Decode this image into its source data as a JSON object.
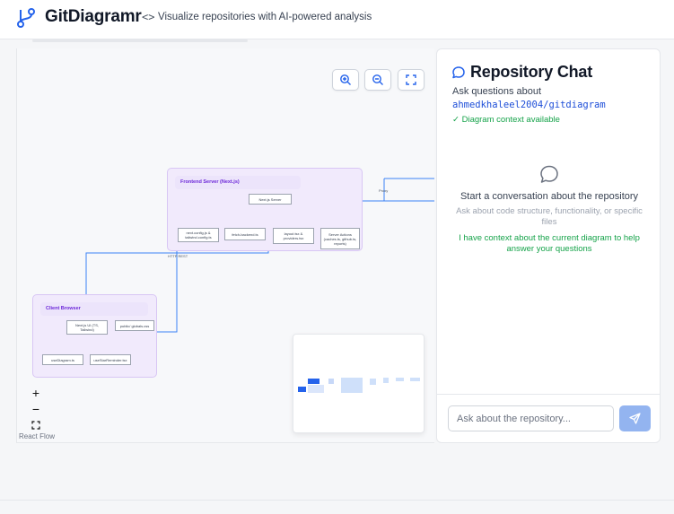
{
  "header": {
    "app_title": "GitDiagramr",
    "tagline": "Visualize repositories with AI-powered analysis",
    "code_glyph": "<>"
  },
  "canvas": {
    "zoom_controls": [
      "zoom-in",
      "zoom-out",
      "fullscreen"
    ],
    "diagram": {
      "frontend_group": {
        "title": "Frontend Server (Next.js)",
        "nodes": [
          "Next.js Server",
          "next.config.js & tailwind.config.ts",
          "fetch-backend.ts",
          "layout.tsx & providers.tsx",
          "Server Actions (caches.ts, github.ts, reports)"
        ]
      },
      "client_group": {
        "title": "Client Browser",
        "nodes": [
          "Next.js UI (TS, Tailwind)",
          "public/ globals.css",
          "useDiagram.ts",
          "useStarReminder.tsx"
        ]
      },
      "edge_labels": [
        "Proxy",
        "HTTP REST"
      ]
    },
    "flow_controls": [
      "+",
      "−"
    ],
    "attribution": "React Flow"
  },
  "chat": {
    "title": "Repository Chat",
    "ask_label": "Ask questions about",
    "repo": "ahmedkhaleel2004/gitdiagram",
    "context_status": "✓ Diagram context available",
    "empty_title": "Start a conversation about the repository",
    "empty_hint": "Ask about code structure, functionality, or specific files",
    "empty_context": "I have context about the current diagram to help answer your questions",
    "input_placeholder": "Ask about the repository..."
  },
  "colors": {
    "accent": "#2563eb",
    "group_fill": "#f1eafc",
    "group_title": "#6d28d9",
    "edge": "#3b82f6",
    "success": "#16a34a",
    "send_button": "#93b4f0"
  }
}
